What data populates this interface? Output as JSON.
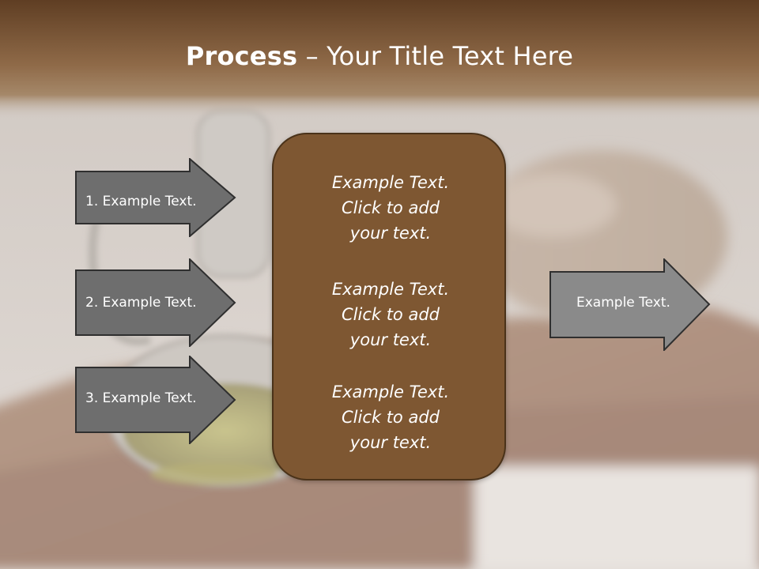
{
  "slide": {
    "title_bold": "Process",
    "title_rest": " – Your Title Text Here",
    "left_arrows": [
      "1. Example Text.",
      "2. Example Text.",
      "3. Example Text."
    ],
    "center_items": [
      [
        "Example Text.",
        "Click  to add",
        "your text."
      ],
      [
        "Example Text.",
        "Click  to add",
        "your text."
      ],
      [
        "Example Text.",
        "Click  to add",
        "your text."
      ]
    ],
    "right_arrow": "Example Text."
  },
  "colors": {
    "title_bar": "#6b4a2c",
    "center_box": "#7e5732",
    "arrow_fill": "#6e6e6e",
    "arrow_stroke": "#2f2f2f"
  }
}
